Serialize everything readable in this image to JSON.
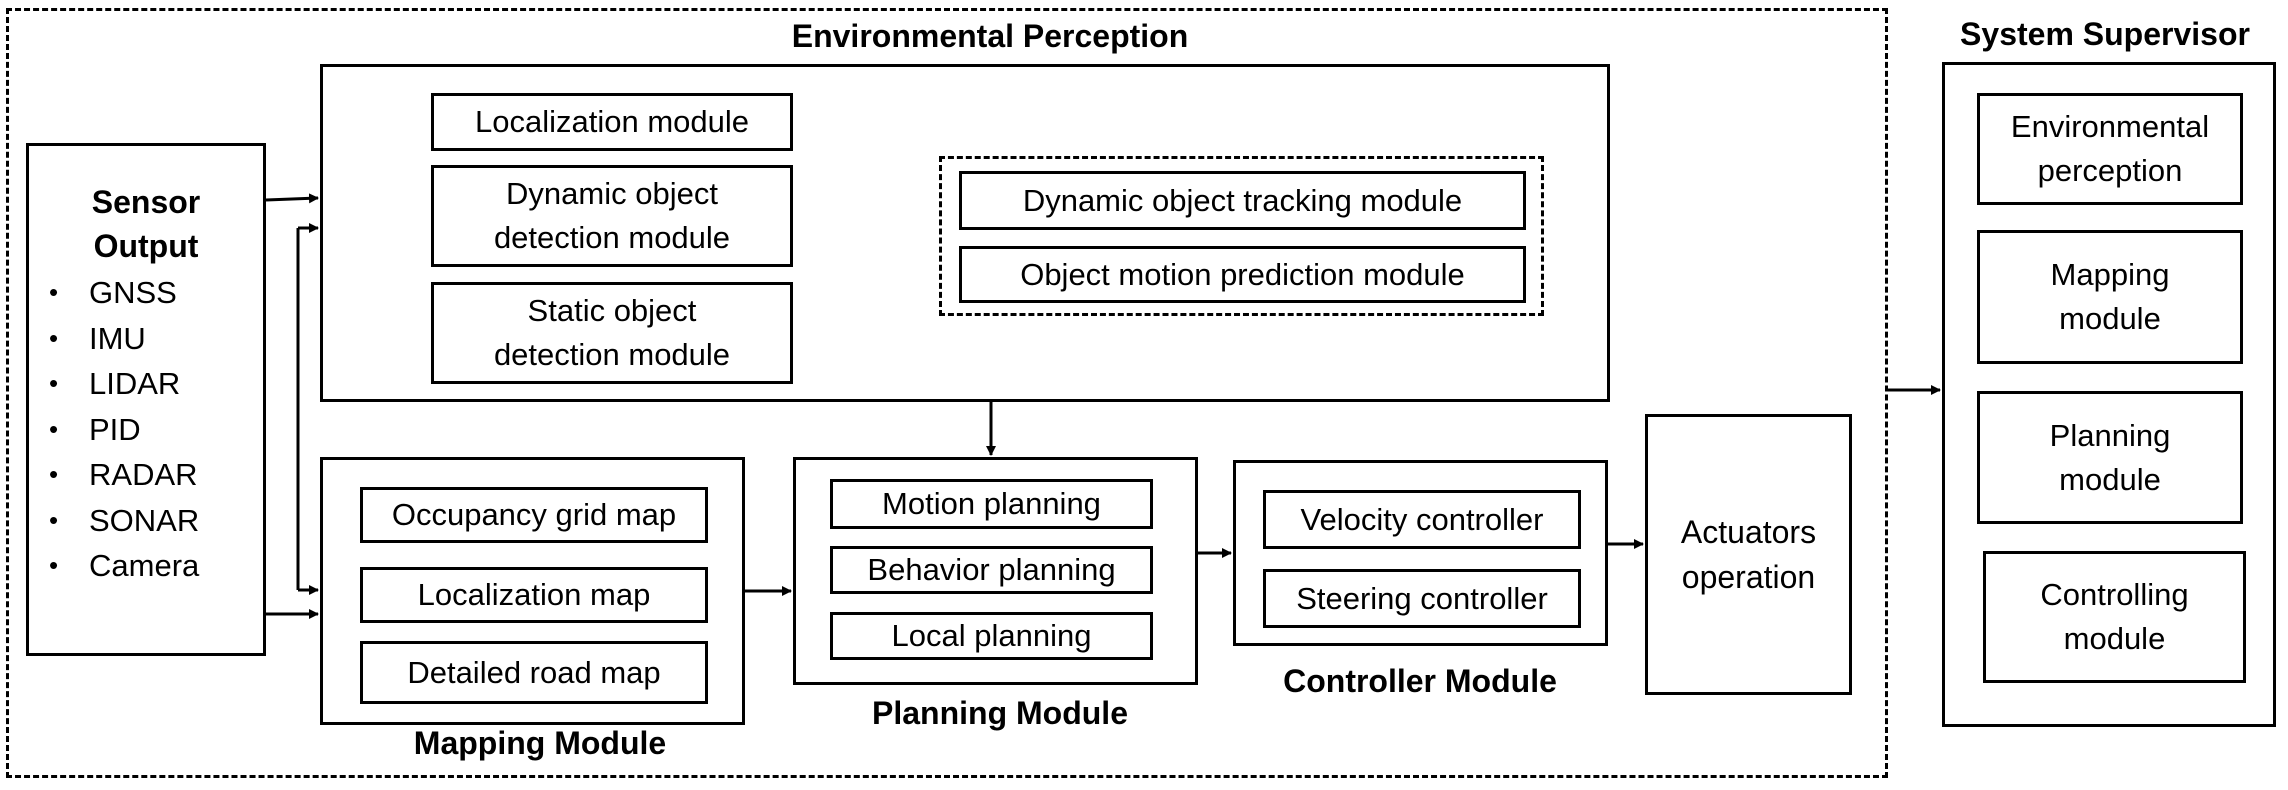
{
  "env_perception": {
    "title": "Environmental Perception",
    "localization": "Localization module",
    "dynamic_detection": "Dynamic object\ndetection module",
    "static_detection": "Static object\ndetection module",
    "tracking": "Dynamic object tracking module",
    "prediction": "Object motion prediction module"
  },
  "sensor": {
    "title": "Sensor\nOutput",
    "items": [
      "GNSS",
      "IMU",
      "LIDAR",
      "PID",
      "RADAR",
      "SONAR",
      "Camera"
    ]
  },
  "mapping": {
    "title": "Mapping Module",
    "items": [
      "Occupancy grid map",
      "Localization map",
      "Detailed road map"
    ]
  },
  "planning": {
    "title": "Planning Module",
    "items": [
      "Motion planning",
      "Behavior planning",
      "Local planning"
    ]
  },
  "controller": {
    "title": "Controller Module",
    "items": [
      "Velocity controller",
      "Steering controller"
    ]
  },
  "actuators": {
    "label": "Actuators\noperation"
  },
  "supervisor": {
    "title": "System Supervisor",
    "items": [
      "Environmental\nperception",
      "Mapping\nmodule",
      "Planning\nmodule",
      "Controlling\nmodule"
    ]
  }
}
